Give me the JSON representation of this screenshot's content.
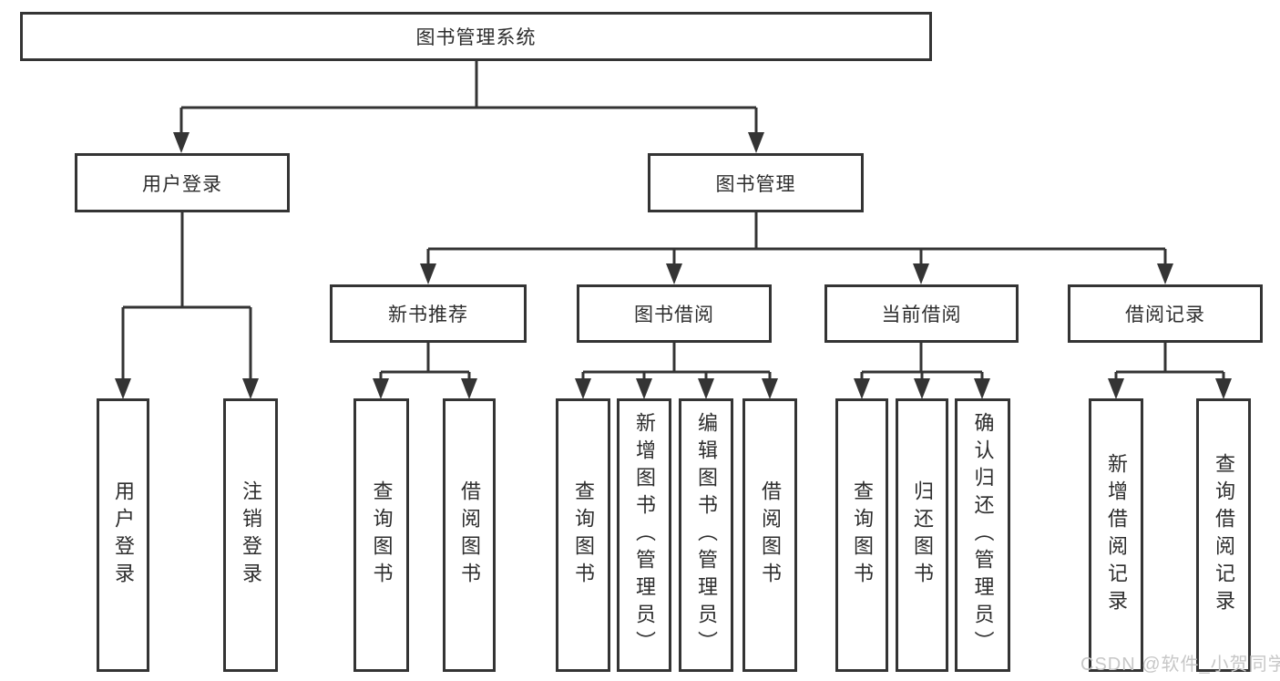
{
  "tree": {
    "root": {
      "label": "图书管理系统",
      "children": [
        {
          "label": "用户登录",
          "children": [
            {
              "label": "用户登录"
            },
            {
              "label": "注销登录"
            }
          ]
        },
        {
          "label": "图书管理",
          "children": [
            {
              "label": "新书推荐",
              "children": [
                {
                  "label": "查询图书"
                },
                {
                  "label": "借阅图书"
                }
              ]
            },
            {
              "label": "图书借阅",
              "children": [
                {
                  "label": "查询图书"
                },
                {
                  "label": "新增图书（管理员）"
                },
                {
                  "label": "编辑图书（管理员）"
                },
                {
                  "label": "借阅图书"
                }
              ]
            },
            {
              "label": "当前借阅",
              "children": [
                {
                  "label": "查询图书"
                },
                {
                  "label": "归还图书"
                },
                {
                  "label": "确认归还（管理员）"
                }
              ]
            },
            {
              "label": "借阅记录",
              "children": [
                {
                  "label": "新增借阅记录"
                },
                {
                  "label": "查询借阅记录"
                }
              ]
            }
          ]
        }
      ]
    }
  },
  "watermark": {
    "text": "CSDN @软件_小贺同学"
  },
  "colors": {
    "line": "#343434",
    "text": "#2d2d2d",
    "watermark": "#c7c7c7",
    "background": "#ffffff"
  }
}
